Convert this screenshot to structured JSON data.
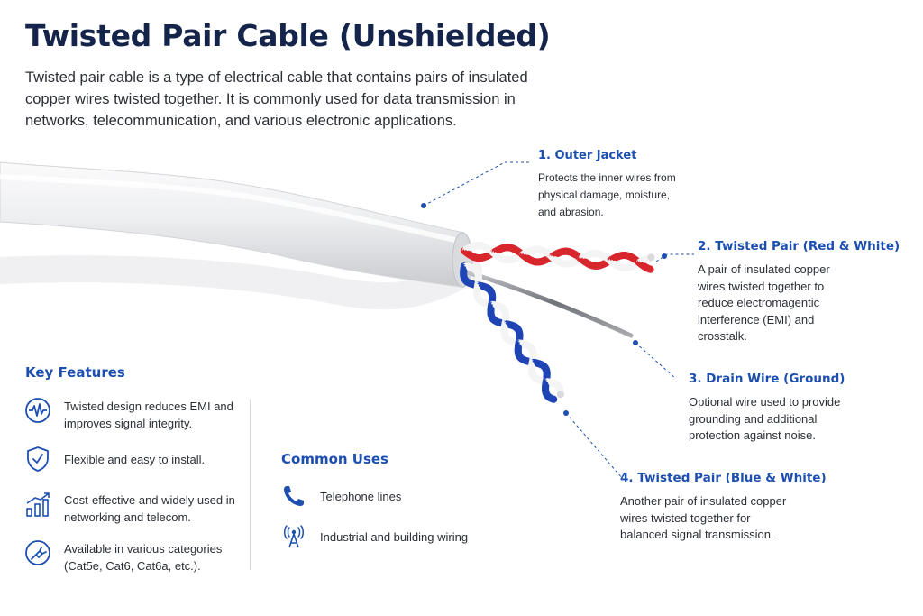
{
  "title": "Twisted Pair Cable (Unshielded)",
  "intro": "Twisted pair cable is a type of electrical cable that contains pairs of insulated copper wires twisted together. It is commonly used for data transmission in networks, telecommunication, and various electronic applications.",
  "callouts": [
    {
      "title": "1. Outer Jacket",
      "text": "Protects the inner wires from\nphysical damage, moisture,\nand abrasion."
    },
    {
      "title": "2. Twisted Pair (Red & White)",
      "text": "A pair of insulated copper\nwires twisted together to\nreduce electromagentic\ninterference (EMI) and\ncrosstalk."
    },
    {
      "title": "3. Drain Wire (Ground)",
      "text": "Optional wire used to provide\ngrounding and additional\nprotection against noise."
    },
    {
      "title": "4. Twisted Pair (Blue & White)",
      "text": "Another pair of insulated copper\nwires twisted together for\nbalanced signal transmission."
    }
  ],
  "key_features": {
    "heading": "Key Features",
    "items": [
      {
        "icon": "signal-wave-icon",
        "text": "Twisted design reduces EMI and improves signal integrity."
      },
      {
        "icon": "shield-check-icon",
        "text": "Flexible and easy to install."
      },
      {
        "icon": "bar-chart-growth-icon",
        "text": "Cost-effective and widely used in networking and telecom."
      },
      {
        "icon": "cable-plug-icon",
        "text": "Available in various categories (Cat5e, Cat6, Cat6a, etc.)."
      }
    ]
  },
  "common_uses": {
    "heading": "Common Uses",
    "items": [
      {
        "icon": "telephone-icon",
        "text": "Telephone lines"
      },
      {
        "icon": "antenna-tower-icon",
        "text": "Industrial and building wiring"
      }
    ]
  },
  "colors": {
    "title": "#15244a",
    "accent": "#1d4fb0",
    "jacket": "#e6e7ea",
    "red_wire": "#d7262c",
    "blue_wire": "#1f45b5",
    "drain_wire": "#8a8d92"
  }
}
